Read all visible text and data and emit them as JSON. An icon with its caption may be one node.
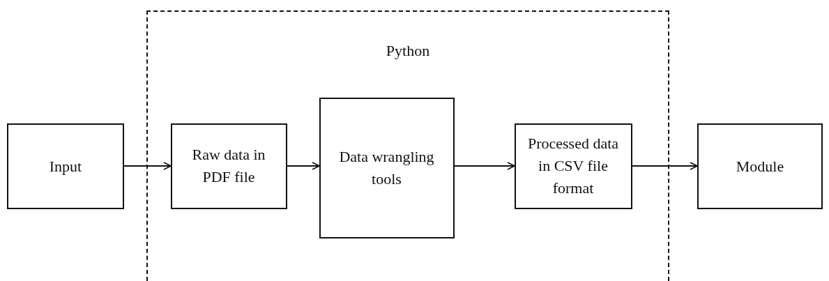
{
  "diagram": {
    "nodes": [
      {
        "text": [
          "Python"
        ]
      },
      {
        "text": [
          "Input"
        ]
      },
      {
        "text": [
          "Raw data in PDF file"
        ],
        "in": 0
      },
      {
        "text": [
          "Data wrangling tools"
        ],
        "in": 0
      },
      {
        "text": [
          "Processed data in CSV file format"
        ],
        "in": 0
      },
      {
        "text": [
          "Module"
        ]
      }
    ],
    "edges": [
      {
        "from": 1,
        "to": 2,
        "arrow": "to"
      },
      {
        "from": 2,
        "to": 3,
        "arrow": "to"
      },
      {
        "from": 3,
        "to": 4,
        "arrow": "to"
      },
      {
        "from": 4,
        "to": 5,
        "arrow": "to"
      }
    ]
  }
}
